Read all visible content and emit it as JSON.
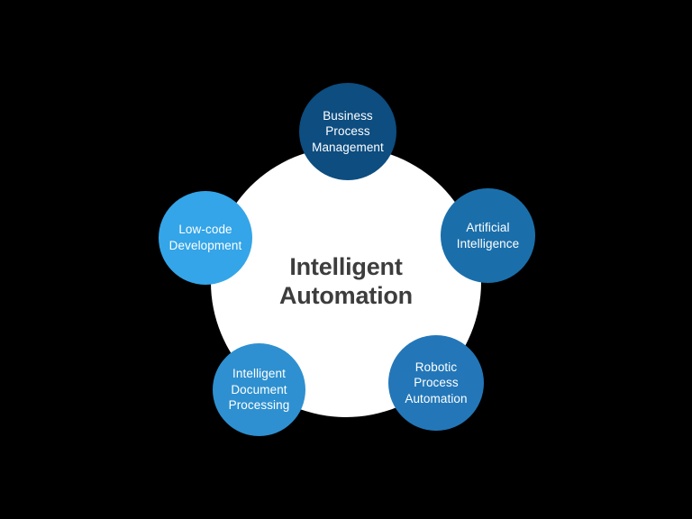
{
  "diagram": {
    "title": "Intelligent Automation",
    "hub": {
      "label": "Intelligent\nAutomation",
      "text_color": "#3d3d3d",
      "fill": "#ffffff"
    },
    "background_color": "#000000",
    "nodes": [
      {
        "id": "business-process-management",
        "label": "Business\nProcess\nManagement",
        "fill": "#0d4d80",
        "text_color": "#ffffff",
        "position": "top"
      },
      {
        "id": "artificial-intelligence",
        "label": "Artificial\nIntelligence",
        "fill": "#1a6fab",
        "text_color": "#ffffff",
        "position": "right"
      },
      {
        "id": "robotic-process-automation",
        "label": "Robotic\nProcess\nAutomation",
        "fill": "#2377b8",
        "text_color": "#ffffff",
        "position": "bottom-right"
      },
      {
        "id": "intelligent-document-processing",
        "label": "Intelligent\nDocument\nProcessing",
        "fill": "#2e90d0",
        "text_color": "#ffffff",
        "position": "bottom-left"
      },
      {
        "id": "low-code-development",
        "label": "Low-code\nDevelopment",
        "fill": "#34a5e8",
        "text_color": "#ffffff",
        "position": "left"
      }
    ]
  }
}
